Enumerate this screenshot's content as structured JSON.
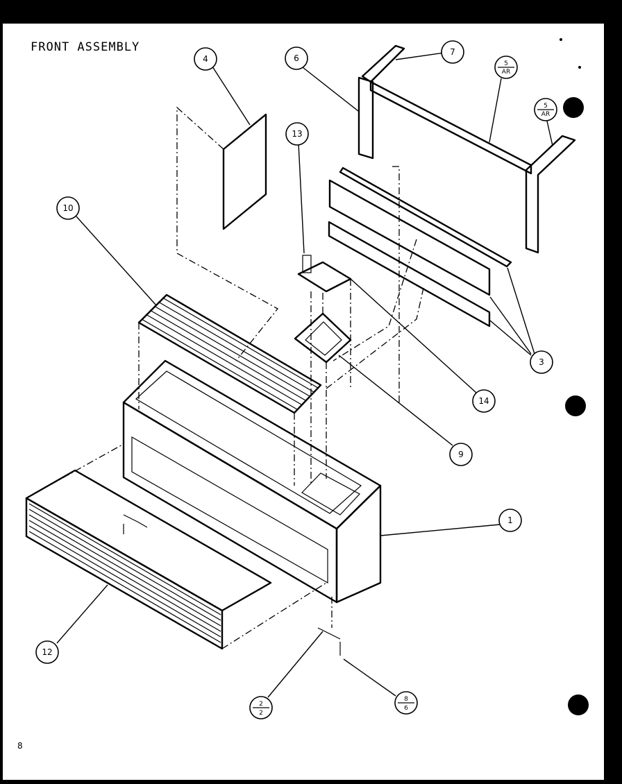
{
  "title": "FRONT ASSEMBLY",
  "page_number": "8",
  "callouts": [
    {
      "id": "c4",
      "label": "4"
    },
    {
      "id": "c6",
      "label": "6"
    },
    {
      "id": "c7",
      "label": "7"
    },
    {
      "id": "c5a",
      "label": "5",
      "sub": "AR"
    },
    {
      "id": "c5b",
      "label": "5",
      "sub": "AR"
    },
    {
      "id": "c13",
      "label": "13"
    },
    {
      "id": "c10",
      "label": "10"
    },
    {
      "id": "c3",
      "label": "3"
    },
    {
      "id": "c14",
      "label": "14"
    },
    {
      "id": "c9",
      "label": "9"
    },
    {
      "id": "c1",
      "label": "1"
    },
    {
      "id": "c12",
      "label": "12"
    },
    {
      "id": "c2",
      "label": "2",
      "sub": "2"
    },
    {
      "id": "c8",
      "label": "8",
      "sub": "6"
    }
  ]
}
